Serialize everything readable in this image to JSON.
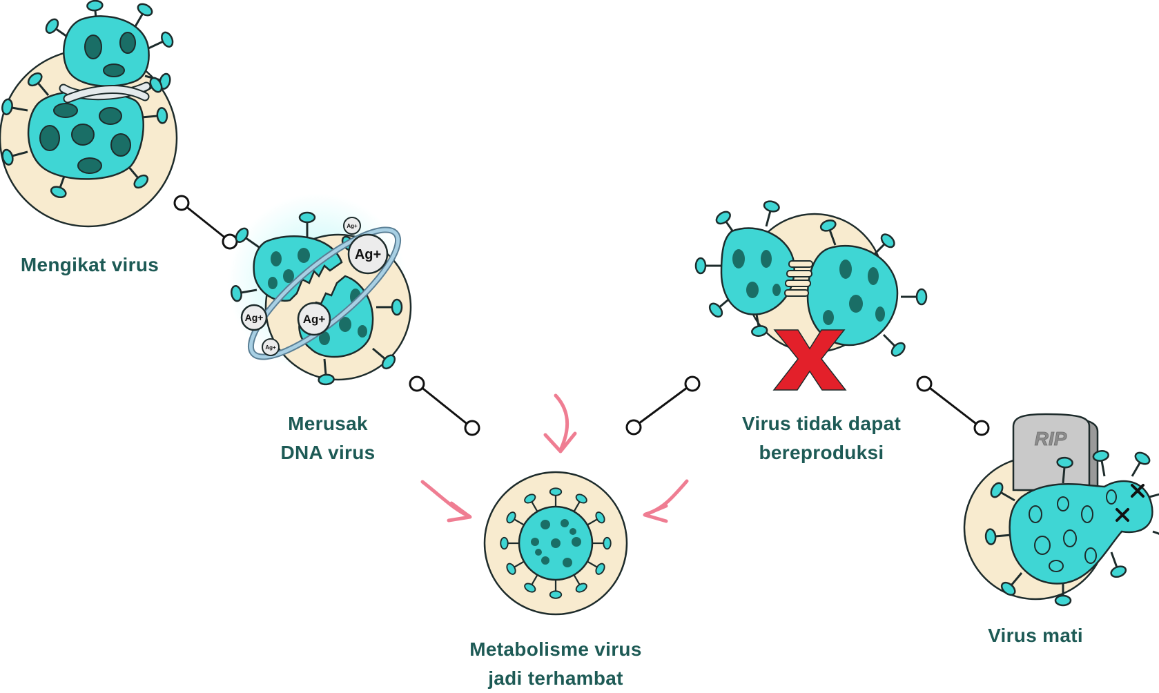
{
  "stages": {
    "bind": {
      "line1": "Mengikat virus"
    },
    "damage": {
      "line1": "Merusak",
      "line2": "DNA virus",
      "ion_label": "Ag+"
    },
    "metabolism": {
      "line1": "Metabolisme virus",
      "line2": "jadi terhambat"
    },
    "no_reproduce": {
      "line1": "Virus tidak dapat",
      "line2": "bereproduksi"
    },
    "dead": {
      "line1": "Virus mati",
      "tomb_text": "RIP"
    }
  },
  "colors": {
    "virus_fill": "#3fd6d4",
    "virus_spots": "#1a6e66",
    "outline": "#1d2b2b",
    "cell_fill": "#f8ebcf",
    "label_text": "#1d5a55",
    "arrow_pink": "#ef7d92",
    "cross_red": "#e3202a",
    "connector": "#111111"
  }
}
